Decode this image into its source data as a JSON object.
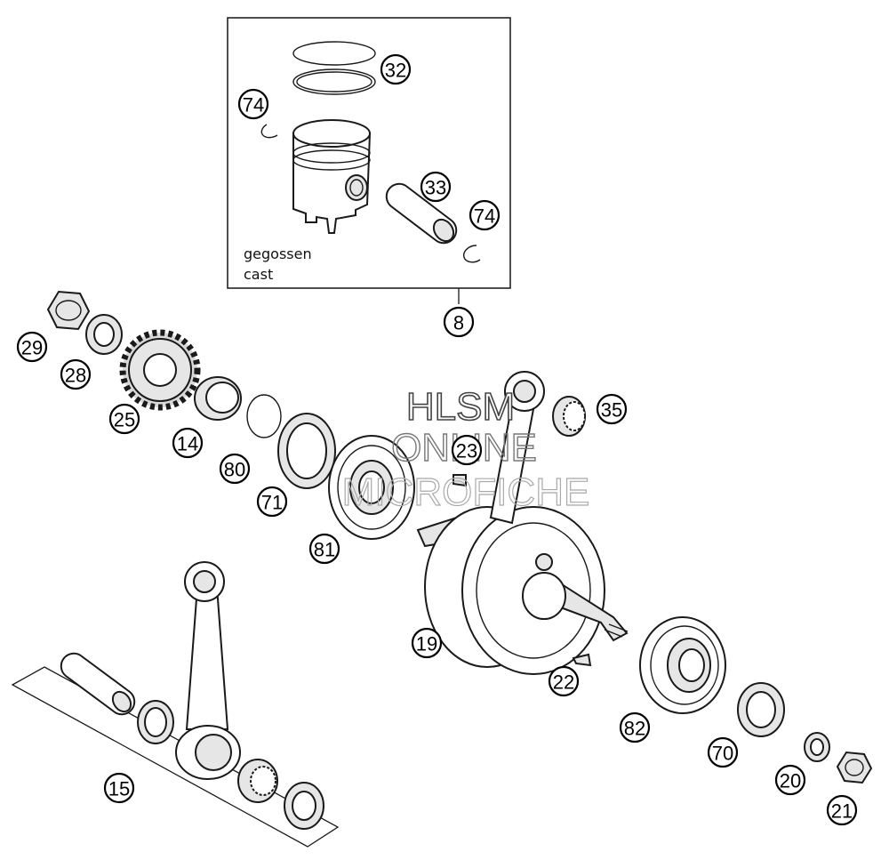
{
  "callouts": {
    "c8": "8",
    "c14": "14",
    "c15": "15",
    "c19": "19",
    "c20": "20",
    "c21": "21",
    "c22": "22",
    "c23": "23",
    "c25": "25",
    "c28": "28",
    "c29": "29",
    "c32": "32",
    "c33": "33",
    "c35": "35",
    "c70": "70",
    "c71": "71",
    "c74a": "74",
    "c74b": "74",
    "c80": "80",
    "c81": "81",
    "c82": "82"
  },
  "inset": {
    "note_de": "gegossen",
    "note_en": "cast"
  },
  "watermark": {
    "line1": "HLSM",
    "line2": "ONLINE",
    "line3": "MICROFICHE"
  }
}
